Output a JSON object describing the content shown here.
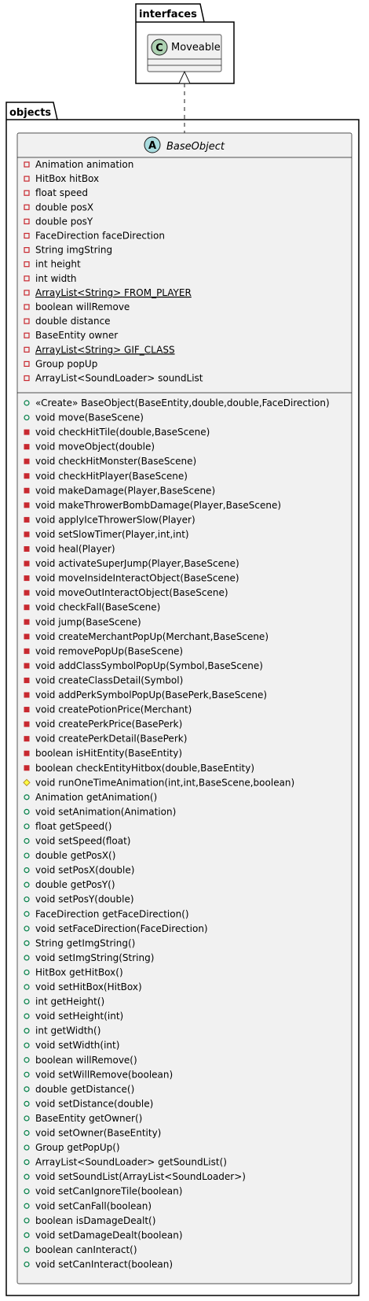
{
  "packages": {
    "interfaces": {
      "name": "interfaces"
    },
    "objects": {
      "name": "objects"
    }
  },
  "moveable": {
    "stereotype_letter": "C",
    "name": "Moveable"
  },
  "base_object": {
    "stereotype_letter": "A",
    "name": "BaseObject",
    "fields": [
      {
        "vis": "private",
        "text": "Animation animation",
        "static": false
      },
      {
        "vis": "private",
        "text": "HitBox hitBox",
        "static": false
      },
      {
        "vis": "private",
        "text": "float speed",
        "static": false
      },
      {
        "vis": "private",
        "text": "double posX",
        "static": false
      },
      {
        "vis": "private",
        "text": "double posY",
        "static": false
      },
      {
        "vis": "private",
        "text": "FaceDirection faceDirection",
        "static": false
      },
      {
        "vis": "private",
        "text": "String imgString",
        "static": false
      },
      {
        "vis": "private",
        "text": "int height",
        "static": false
      },
      {
        "vis": "private",
        "text": "int width",
        "static": false
      },
      {
        "vis": "private",
        "text": "ArrayList<String> FROM_PLAYER",
        "static": true
      },
      {
        "vis": "private",
        "text": "boolean willRemove",
        "static": false
      },
      {
        "vis": "private",
        "text": "double distance",
        "static": false
      },
      {
        "vis": "private",
        "text": "BaseEntity owner",
        "static": false
      },
      {
        "vis": "private",
        "text": "ArrayList<String> GIF_CLASS",
        "static": true
      },
      {
        "vis": "private",
        "text": "Group popUp",
        "static": false
      },
      {
        "vis": "private",
        "text": "ArrayList<SoundLoader> soundList",
        "static": false
      }
    ],
    "methods": [
      {
        "vis": "public",
        "text": "«Create» BaseObject(BaseEntity,double,double,FaceDirection)"
      },
      {
        "vis": "public",
        "text": "void move(BaseScene)"
      },
      {
        "vis": "private-method",
        "text": "void checkHitTile(double,BaseScene)"
      },
      {
        "vis": "private-method",
        "text": "void moveObject(double)"
      },
      {
        "vis": "private-method",
        "text": "void checkHitMonster(BaseScene)"
      },
      {
        "vis": "private-method",
        "text": "void checkHitPlayer(BaseScene)"
      },
      {
        "vis": "private-method",
        "text": "void makeDamage(Player,BaseScene)"
      },
      {
        "vis": "private-method",
        "text": "void makeThrowerBombDamage(Player,BaseScene)"
      },
      {
        "vis": "private-method",
        "text": "void applyIceThrowerSlow(Player)"
      },
      {
        "vis": "private-method",
        "text": "void setSlowTimer(Player,int,int)"
      },
      {
        "vis": "private-method",
        "text": "void heal(Player)"
      },
      {
        "vis": "private-method",
        "text": "void activateSuperJump(Player,BaseScene)"
      },
      {
        "vis": "private-method",
        "text": "void moveInsideInteractObject(BaseScene)"
      },
      {
        "vis": "private-method",
        "text": "void moveOutInteractObject(BaseScene)"
      },
      {
        "vis": "private-method",
        "text": "void checkFall(BaseScene)"
      },
      {
        "vis": "private-method",
        "text": "void jump(BaseScene)"
      },
      {
        "vis": "private-method",
        "text": "void createMerchantPopUp(Merchant,BaseScene)"
      },
      {
        "vis": "private-method",
        "text": "void removePopUp(BaseScene)"
      },
      {
        "vis": "private-method",
        "text": "void addClassSymbolPopUp(Symbol,BaseScene)"
      },
      {
        "vis": "private-method",
        "text": "void createClassDetail(Symbol)"
      },
      {
        "vis": "private-method",
        "text": "void addPerkSymbolPopUp(BasePerk,BaseScene)"
      },
      {
        "vis": "private-method",
        "text": "void createPotionPrice(Merchant)"
      },
      {
        "vis": "private-method",
        "text": "void createPerkPrice(BasePerk)"
      },
      {
        "vis": "private-method",
        "text": "void createPerkDetail(BasePerk)"
      },
      {
        "vis": "private-method",
        "text": "boolean isHitEntity(BaseEntity)"
      },
      {
        "vis": "private-method",
        "text": "boolean checkEntityHitbox(double,BaseEntity)"
      },
      {
        "vis": "protected",
        "text": "void runOneTimeAnimation(int,int,BaseScene,boolean)"
      },
      {
        "vis": "public",
        "text": "Animation getAnimation()"
      },
      {
        "vis": "public",
        "text": "void setAnimation(Animation)"
      },
      {
        "vis": "public",
        "text": "float getSpeed()"
      },
      {
        "vis": "public",
        "text": "void setSpeed(float)"
      },
      {
        "vis": "public",
        "text": "double getPosX()"
      },
      {
        "vis": "public",
        "text": "void setPosX(double)"
      },
      {
        "vis": "public",
        "text": "double getPosY()"
      },
      {
        "vis": "public",
        "text": "void setPosY(double)"
      },
      {
        "vis": "public",
        "text": "FaceDirection getFaceDirection()"
      },
      {
        "vis": "public",
        "text": "void setFaceDirection(FaceDirection)"
      },
      {
        "vis": "public",
        "text": "String getImgString()"
      },
      {
        "vis": "public",
        "text": "void setImgString(String)"
      },
      {
        "vis": "public",
        "text": "HitBox getHitBox()"
      },
      {
        "vis": "public",
        "text": "void setHitBox(HitBox)"
      },
      {
        "vis": "public",
        "text": "int getHeight()"
      },
      {
        "vis": "public",
        "text": "void setHeight(int)"
      },
      {
        "vis": "public",
        "text": "int getWidth()"
      },
      {
        "vis": "public",
        "text": "void setWidth(int)"
      },
      {
        "vis": "public",
        "text": "boolean willRemove()"
      },
      {
        "vis": "public",
        "text": "void setWillRemove(boolean)"
      },
      {
        "vis": "public",
        "text": "double getDistance()"
      },
      {
        "vis": "public",
        "text": "void setDistance(double)"
      },
      {
        "vis": "public",
        "text": "BaseEntity getOwner()"
      },
      {
        "vis": "public",
        "text": "void setOwner(BaseEntity)"
      },
      {
        "vis": "public",
        "text": "Group getPopUp()"
      },
      {
        "vis": "public",
        "text": "ArrayList<SoundLoader> getSoundList()"
      },
      {
        "vis": "public",
        "text": "void setSoundList(ArrayList<SoundLoader>)"
      },
      {
        "vis": "public",
        "text": "void setCanIgnoreTile(boolean)"
      },
      {
        "vis": "public",
        "text": "void setCanFall(boolean)"
      },
      {
        "vis": "public",
        "text": "boolean isDamageDealt()"
      },
      {
        "vis": "public",
        "text": "void setDamageDealt(boolean)"
      },
      {
        "vis": "public",
        "text": "boolean canInteract()"
      },
      {
        "vis": "public",
        "text": "void setCanInteract(boolean)"
      }
    ]
  },
  "colors": {
    "class_fill": "#f1f1f1",
    "border": "#181818",
    "class_badge": "#add1b2",
    "public_vis": "#038048",
    "private_vis": "#c82930",
    "protected_vis": "#ffff44",
    "package_fill": "#ffffff"
  }
}
